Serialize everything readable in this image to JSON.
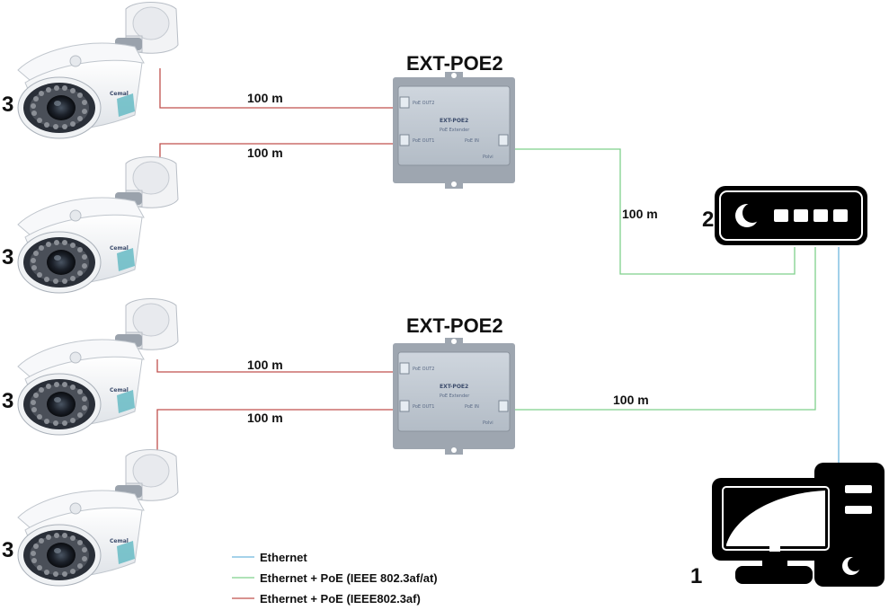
{
  "devices": {
    "extender_top": {
      "title": "EXT-POE2"
    },
    "extender_bottom": {
      "title": "EXT-POE2"
    },
    "extender_face": {
      "model": "EXT-POE2",
      "subtitle": "PoE Extender",
      "port_out1": "PoE OUT1",
      "port_out2": "PoE OUT2",
      "port_in": "PoE IN",
      "brand": "Polvi"
    },
    "camera_brand": "Cemal"
  },
  "markers": {
    "computer": "1",
    "switch": "2",
    "camera_1": "3",
    "camera_2": "3",
    "camera_3": "3",
    "camera_4": "3"
  },
  "cables": {
    "cam1_to_ext1": "100 m",
    "cam2_to_ext1": "100 m",
    "ext1_to_switch": "100 m",
    "cam3_to_ext2": "100 m",
    "cam4_to_ext2": "100 m",
    "ext2_to_switch": "100 m"
  },
  "legend": [
    {
      "label": "Ethernet",
      "color": "#6fb6dd"
    },
    {
      "label": "Ethernet + PoE (IEEE 802.3af/at)",
      "color": "#7fd18c"
    },
    {
      "label": "Ethernet + PoE (IEEE802.3af)",
      "color": "#c0504d"
    }
  ],
  "colors": {
    "ethernet": "#6fb6dd",
    "poe_at": "#7fd18c",
    "poe_af": "#c0504d"
  }
}
